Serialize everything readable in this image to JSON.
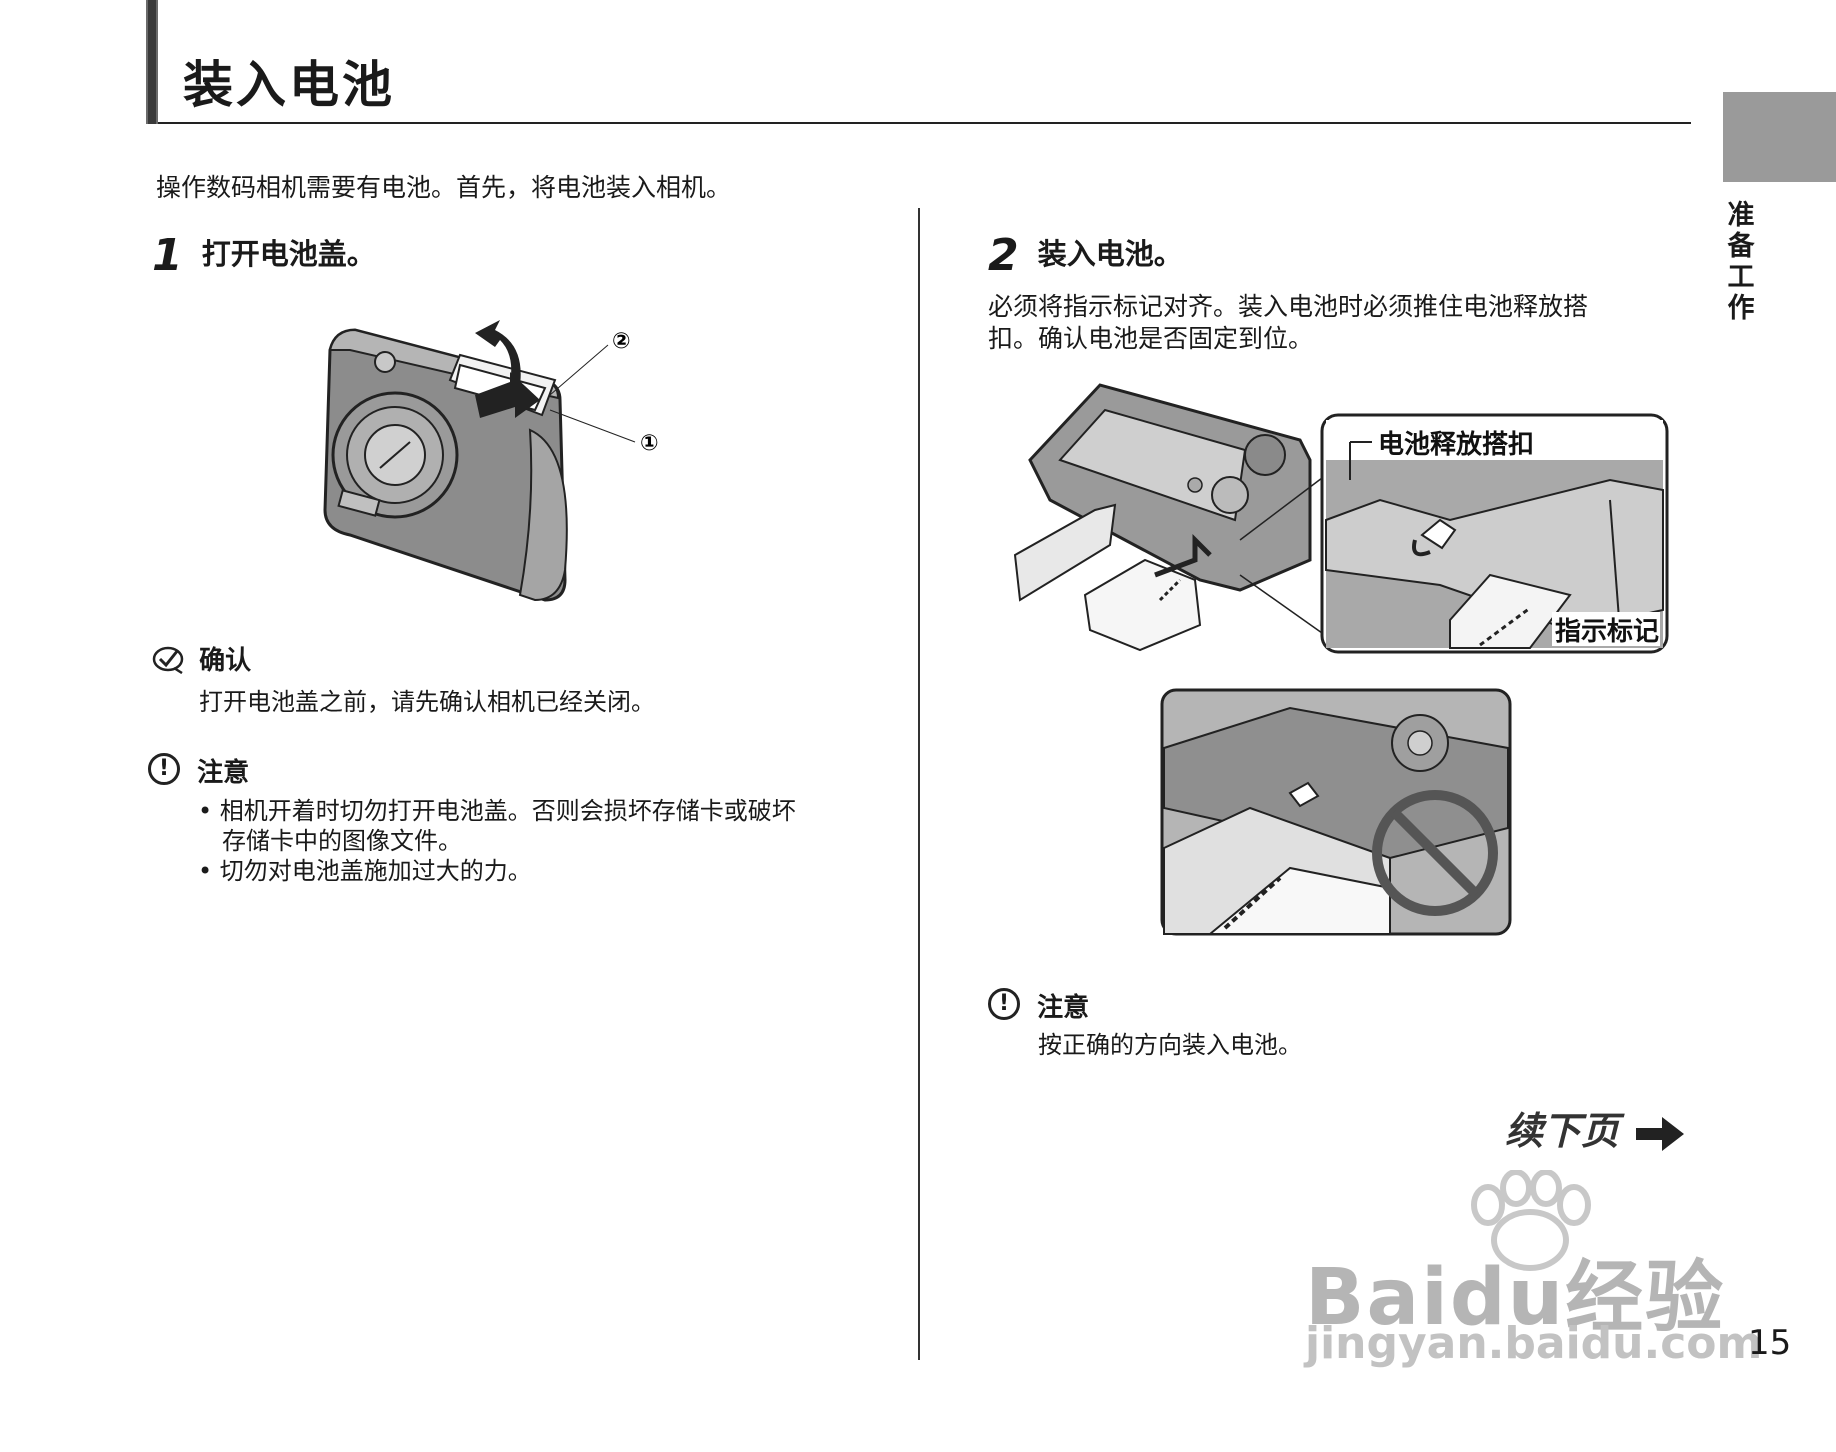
{
  "page_title": "装入电池",
  "side_tab_label": "准备工作",
  "intro": "操作数码相机需要有电池。首先，将电池装入相机。",
  "step1": {
    "number": "1",
    "title": "打开电池盖。",
    "marker1": "①",
    "marker2": "②"
  },
  "confirm": {
    "heading": "确认",
    "text": "打开电池盖之前，请先确认相机已经关闭。"
  },
  "caution1": {
    "heading": "注意",
    "bullets": [
      "相机开着时切勿打开电池盖。否则会损坏存储卡或破坏",
      "存储卡中的图像文件。",
      "切勿对电池盖施加过大的力。"
    ]
  },
  "step2": {
    "number": "2",
    "title": "装入电池。",
    "text_line1": "必须将指示标记对齐。装入电池时必须推住电池释放搭",
    "text_line2": "扣。确认电池是否固定到位。",
    "callout_latch": "电池释放搭扣",
    "callout_mark": "指示标记"
  },
  "caution2": {
    "heading": "注意",
    "text": "按正确的方向装入电池。"
  },
  "continue_next": "续下页",
  "watermark": {
    "main": "Baidu经验",
    "url": "jingyan.baidu.com"
  },
  "page_number": "15"
}
